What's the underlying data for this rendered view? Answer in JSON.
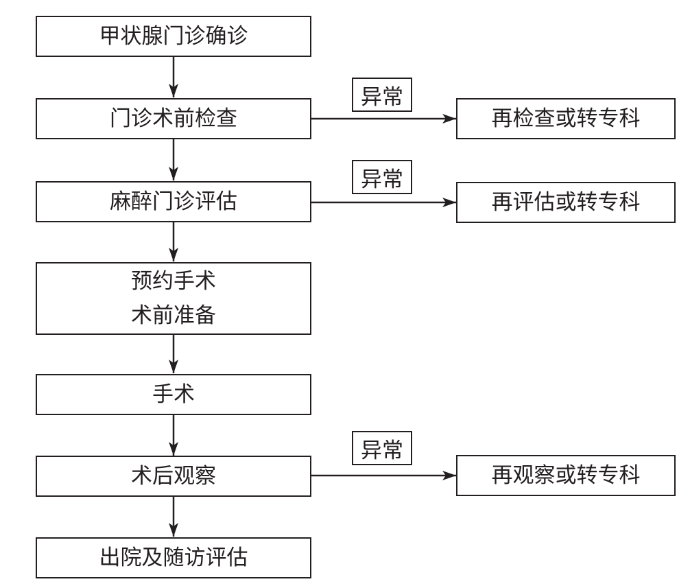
{
  "steps": {
    "thyroid_diagnosis": "甲状腺门诊确诊",
    "preop_exam": "门诊术前检查",
    "anesthesia_eval": "麻醉门诊评估",
    "schedule_surgery": "预约手术",
    "preop_prep": "术前准备",
    "surgery": "手术",
    "postop_observe": "术后观察",
    "discharge_followup": "出院及随访评估"
  },
  "branches": {
    "abnormal_label": "异常",
    "recheck_or_referral": "再检查或转专科",
    "reassess_or_referral": "再评估或转专科",
    "reobserve_or_referral": "再观察或转专科"
  }
}
